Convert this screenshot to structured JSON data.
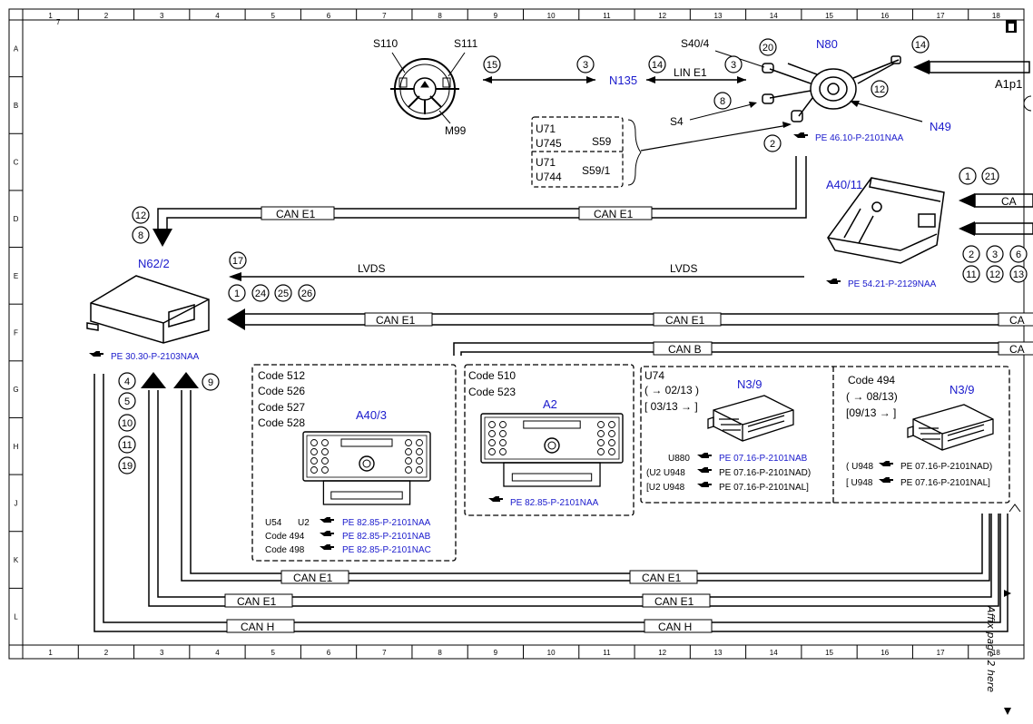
{
  "grid": {
    "columns": [
      "1",
      "2",
      "3",
      "4",
      "5",
      "6",
      "7",
      "8",
      "9",
      "10",
      "11",
      "12",
      "13",
      "14",
      "15",
      "16",
      "17",
      "18"
    ],
    "rows": [
      "A",
      "B",
      "C",
      "D",
      "E",
      "F",
      "G",
      "H",
      "J",
      "K",
      "L"
    ],
    "corner_mark": "7"
  },
  "components": {
    "s110": "S110",
    "s111": "S111",
    "m99": "M99",
    "n135": "N135",
    "n80": "N80",
    "s40_4": "S40/4",
    "s4": "S4",
    "n49": "N49",
    "a1p1": "A1p1",
    "a40_11": "A40/11",
    "n62_2": "N62/2",
    "a40_3": "A40/3",
    "a2": "A2",
    "n3_9_a": "N3/9",
    "n3_9_b": "N3/9"
  },
  "buses": {
    "lin_e1": "LIN E1",
    "can_e1": "CAN E1",
    "can_b": "CAN B",
    "can_h": "CAN H",
    "lvds": "LVDS",
    "can_trunc": "CA"
  },
  "bubbles": {
    "b15": "15",
    "b3a": "3",
    "b14a": "14",
    "b3b": "3",
    "b8a": "8",
    "b20": "20",
    "b14b": "14",
    "b12a": "12",
    "b2a": "2",
    "b12b": "12",
    "b8b": "8",
    "b17": "17",
    "b1a": "1",
    "b24": "24",
    "b25": "25",
    "b26": "26",
    "b1b": "1",
    "b21": "21",
    "b2b": "2",
    "b3c": "3",
    "b6": "6",
    "b11a": "11",
    "b12c": "12",
    "b13": "13",
    "b4": "4",
    "b5": "5",
    "b10": "10",
    "b11b": "11",
    "b19": "19",
    "b9": "9"
  },
  "variant_box": {
    "u71_a": "U71",
    "u745": "U745",
    "s59": "S59",
    "u71_b": "U71",
    "u744": "U744",
    "s59_1": "S59/1"
  },
  "refs": {
    "pe_46": "PE 46.10-P-2101NAA",
    "pe_54": "PE 54.21-P-2129NAA",
    "pe_30": "PE 30.30-P-2103NAA",
    "pe_82_naa": "PE 82.85-P-2101NAA",
    "pe_82_nab": "PE 82.85-P-2101NAB",
    "pe_82_nac": "PE 82.85-P-2101NAC",
    "pe_82_a2": "PE 82.85-P-2101NAA",
    "pe_07_nab": "PE 07.16-P-2101NAB",
    "pe_07_nad": "PE 07.16-P-2101NAD)",
    "pe_07_nal": "PE 07.16-P-2101NAL]",
    "pe_07_nad_b": "PE 07.16-P-2101NAD)",
    "pe_07_nal_b": "PE 07.16-P-2101NAL]"
  },
  "codes": {
    "c512": "Code 512",
    "c526": "Code 526",
    "c527": "Code 527",
    "c528": "Code 528",
    "c510": "Code 510",
    "c523": "Code 523",
    "c494": "Code 494",
    "u54": "U54",
    "u2": "U2",
    "code494": "Code 494",
    "code498": "Code 498",
    "u74": "U74",
    "to_0213": "( → 02/13 )",
    "from_0313": "[ 03/13 → ]",
    "to_0813": "( → 08/13)",
    "from_0913": "[09/13 → ]",
    "u880": "U880",
    "u2_u948_a": "(U2  U948",
    "u2_u948_b": "[U2  U948",
    "u948_a": "( U948",
    "u948_b": "[ U948"
  },
  "side_note": "Affix page 2 here",
  "colors": {
    "accent": "#1a1acc",
    "line": "#000000"
  }
}
